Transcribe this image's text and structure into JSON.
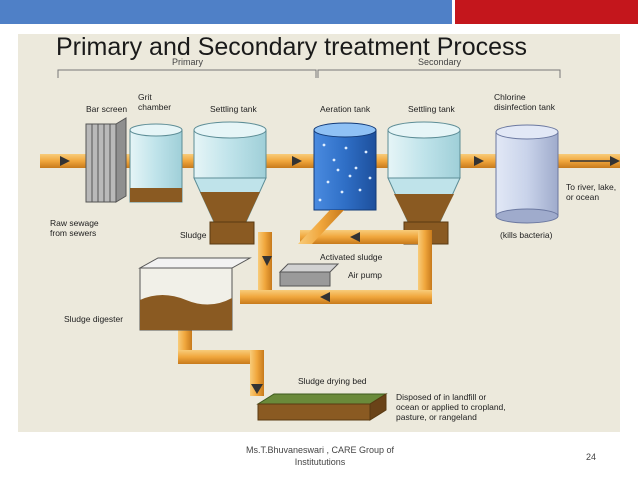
{
  "slide": {
    "title": "Primary and Secondary treatment Process",
    "footer_author": "Ms.T.Bhuvaneswari , CARE Group of Institututions",
    "page_number": "24"
  },
  "diagram": {
    "section_primary": "Primary",
    "section_secondary": "Secondary",
    "labels": {
      "bar_screen": "Bar screen",
      "grit_chamber": "Grit\nchamber",
      "settling_tank_1": "Settling tank",
      "aeration_tank": "Aeration tank",
      "settling_tank_2": "Settling tank",
      "chlorine": "Chlorine\ndisinfection tank",
      "raw_sewage": "Raw sewage\nfrom sewers",
      "sludge": "Sludge",
      "activated_sludge": "Activated sludge",
      "air_pump": "Air pump",
      "kills_bacteria": "(kills bacteria)",
      "to_river": "To river, lake,\nor ocean",
      "sludge_digester": "Sludge digester",
      "sludge_drying_bed": "Sludge drying bed",
      "disposal": "Disposed of in landfill or\nocean or applied to cropland,\npasture, or rangeland"
    }
  },
  "colors": {
    "pipe": "#f0a63c",
    "tank_glass": "#cfe9ee",
    "aeration_water": "#2f6fc6",
    "chlorine_tank": "#c9d3ea",
    "sludge": "#8a5a22",
    "topbar_blue": "#4f80c7",
    "topbar_red": "#c4161c"
  }
}
